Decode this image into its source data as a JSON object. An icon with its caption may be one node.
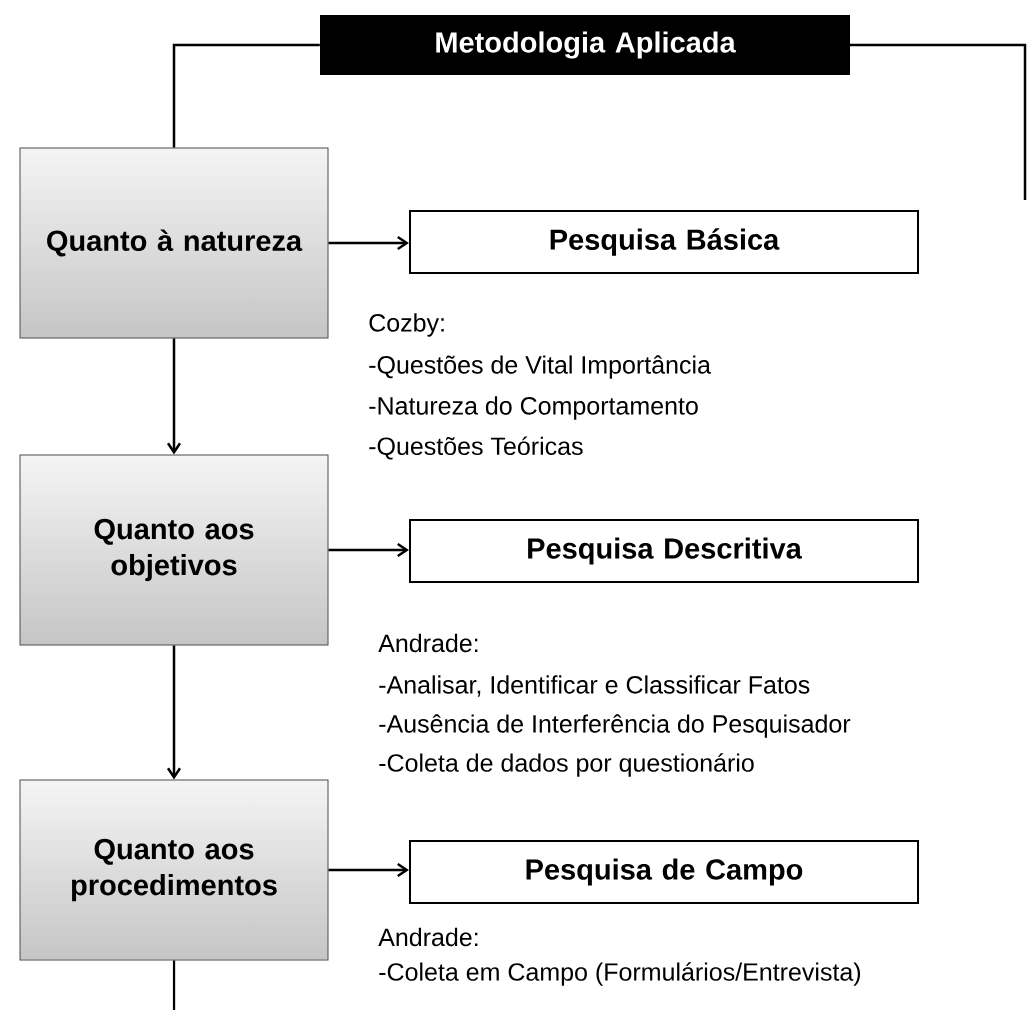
{
  "diagram": {
    "nodes": [
      {
        "text": [
          "Metodologia Aplicada"
        ]
      },
      {
        "text": [
          "Quanto à natureza"
        ]
      },
      {
        "text": [
          "Pesquisa Básica"
        ]
      },
      {
        "text": [
          "Quanto aos objetivos"
        ]
      },
      {
        "text": [
          "Pesquisa Descritiva"
        ]
      },
      {
        "text": [
          "Quanto aos procedimentos"
        ]
      },
      {
        "text": [
          "Pesquisa de Campo"
        ]
      }
    ],
    "edges": [
      {
        "from": 0,
        "to": 1,
        "arrow": "none"
      },
      {
        "from": 1,
        "to": 2,
        "arrow": "to"
      },
      {
        "from": 1,
        "to": 3,
        "arrow": "to"
      },
      {
        "from": 3,
        "to": 4,
        "arrow": "to"
      },
      {
        "from": 3,
        "to": 5,
        "arrow": "to"
      },
      {
        "from": 5,
        "to": 6,
        "arrow": "to"
      },
      {
        "from": 5,
        "to": null,
        "arrow": "none"
      }
    ],
    "labels": [
      "Cozby:",
      "-Questões de Vital Importância",
      "-Natureza do Comportamento",
      "-Questões Teóricas",
      "Andrade:",
      "-Analisar, Identificar e Classificar Fatos",
      "-Ausência de Interferência do Pesquisador",
      "-Coleta de dados por questionário",
      "Andrade:",
      "-Coleta em Campo (Formulários/Entrevista)"
    ]
  }
}
